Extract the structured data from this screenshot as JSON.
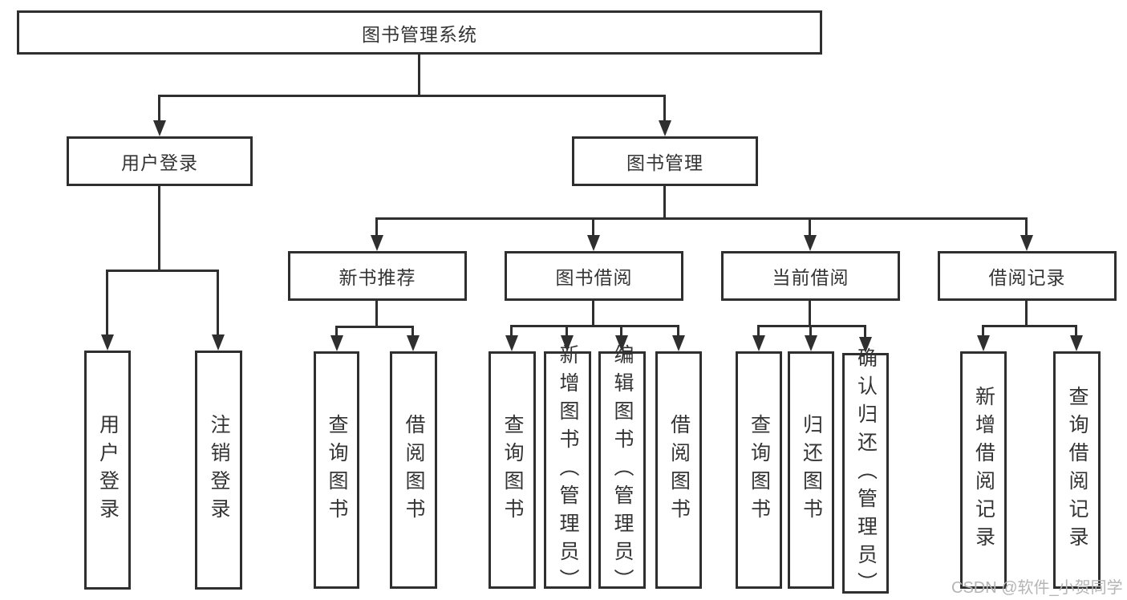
{
  "diagram": {
    "root": {
      "label": "图书管理系统"
    },
    "branches": [
      {
        "label": "用户登录",
        "children": [
          {
            "label": "用户登录"
          },
          {
            "label": "注销登录"
          }
        ]
      },
      {
        "label": "图书管理",
        "children": [
          {
            "label": "新书推荐",
            "children": [
              {
                "label": "查询图书"
              },
              {
                "label": "借阅图书"
              }
            ]
          },
          {
            "label": "图书借阅",
            "children": [
              {
                "label": "查询图书"
              },
              {
                "label": "新增图书（管理员）"
              },
              {
                "label": "编辑图书（管理员）"
              },
              {
                "label": "借阅图书"
              }
            ]
          },
          {
            "label": "当前借阅",
            "children": [
              {
                "label": "查询图书"
              },
              {
                "label": "归还图书"
              },
              {
                "label": "确认归还（管理员）"
              }
            ]
          },
          {
            "label": "借阅记录",
            "children": [
              {
                "label": "新增借阅记录"
              },
              {
                "label": "查询借阅记录"
              }
            ]
          }
        ]
      }
    ]
  },
  "watermark": {
    "text": "CSDN @软件_小贺同学"
  },
  "colors": {
    "line": "#2f2f2f",
    "text": "#343434",
    "background": "#ffffff",
    "watermark": "#b5b5b5"
  }
}
